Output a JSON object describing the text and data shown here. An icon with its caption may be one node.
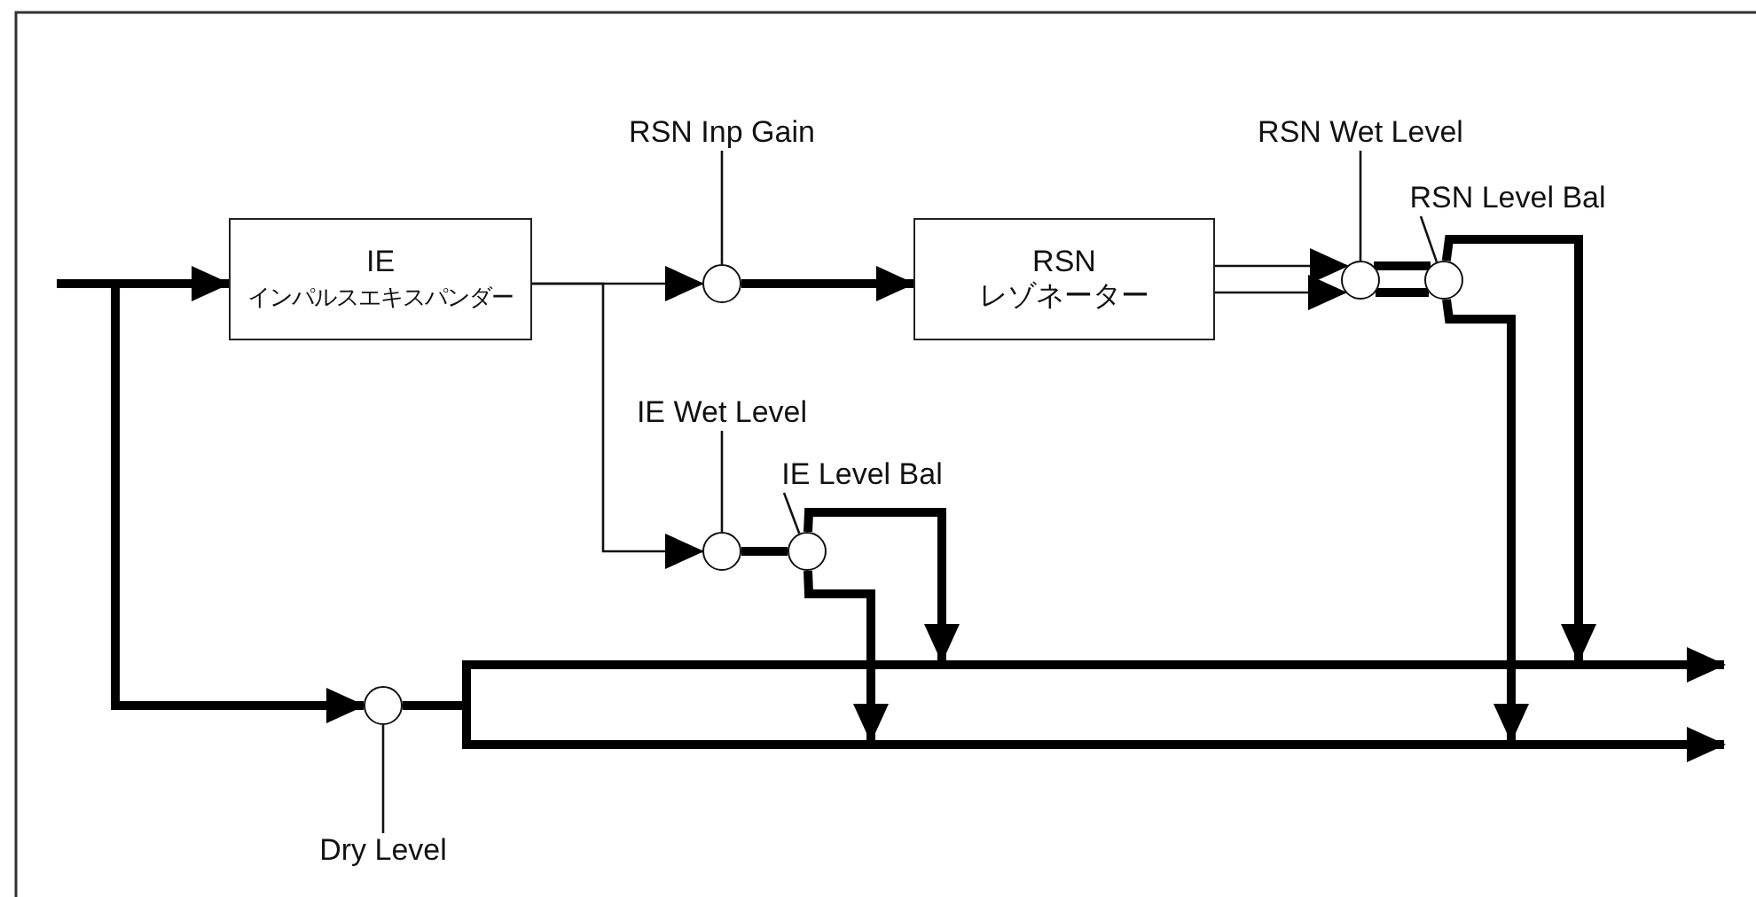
{
  "diagram": {
    "nodes": [
      {
        "text": [
          "IE",
          "インパルスエキスパンダー"
        ]
      },
      {
        "text": [
          "RSN",
          "レゾネーター"
        ]
      },
      {
        "text": [],
        "shape": "circle"
      },
      {
        "text": [],
        "shape": "circle"
      },
      {
        "text": [],
        "shape": "circle"
      },
      {
        "text": [],
        "shape": "circle"
      },
      {
        "text": [],
        "shape": "circle"
      },
      {
        "text": [],
        "shape": "circle"
      },
      {
        "text": [
          "RSN Inp Gain"
        ]
      },
      {
        "text": [
          "RSN Wet Level"
        ]
      },
      {
        "text": [
          "RSN Level Bal"
        ]
      },
      {
        "text": [
          "IE Wet Level"
        ]
      },
      {
        "text": [
          "IE Level Bal"
        ]
      },
      {
        "text": [
          "Dry Level"
        ]
      }
    ],
    "edges": [
      {
        "from": null,
        "to": 0,
        "arrow": "to"
      },
      {
        "from": null,
        "to": 7,
        "arrow": "to"
      },
      {
        "from": 0,
        "to": 2,
        "arrow": "to"
      },
      {
        "from": 0,
        "to": 5,
        "arrow": "to"
      },
      {
        "from": 2,
        "to": 1,
        "arrow": "to"
      },
      {
        "from": 1,
        "to": 3,
        "arrow": "to"
      },
      {
        "from": 1,
        "to": 3,
        "arrow": "to"
      },
      {
        "from": 3,
        "to": 4,
        "arrow": "none"
      },
      {
        "from": 3,
        "to": 4,
        "arrow": "none"
      },
      {
        "from": 4,
        "to": null,
        "arrow": "to"
      },
      {
        "from": 4,
        "to": null,
        "arrow": "to"
      },
      {
        "from": 5,
        "to": 6,
        "arrow": "none"
      },
      {
        "from": 6,
        "to": null,
        "arrow": "to"
      },
      {
        "from": 6,
        "to": null,
        "arrow": "to"
      },
      {
        "from": 7,
        "to": null,
        "arrow": "to"
      },
      {
        "from": 7,
        "to": null,
        "arrow": "to"
      },
      {
        "from": 8,
        "to": 2,
        "arrow": "none"
      },
      {
        "from": 9,
        "to": 3,
        "arrow": "none"
      },
      {
        "from": 10,
        "to": 4,
        "arrow": "none"
      },
      {
        "from": 11,
        "to": 5,
        "arrow": "none"
      },
      {
        "from": 12,
        "to": 6,
        "arrow": "none"
      },
      {
        "from": 13,
        "to": 7,
        "arrow": "none"
      }
    ]
  }
}
